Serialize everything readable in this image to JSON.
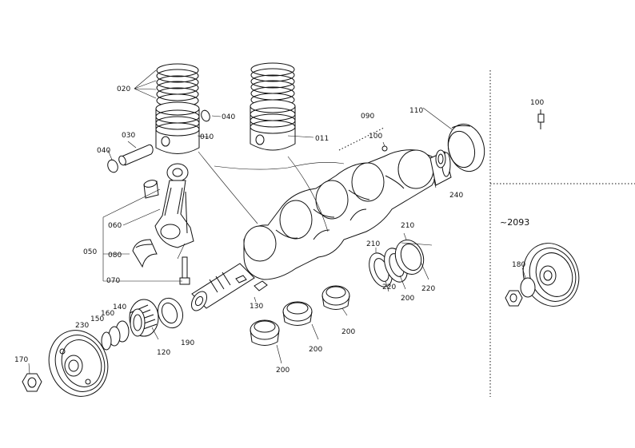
{
  "labels": {
    "p020": "020",
    "p040a": "040",
    "p010": "010",
    "p011": "011",
    "p030": "030",
    "p040b": "040",
    "p090": "090",
    "p100": "100",
    "p110": "110",
    "p100d": "100",
    "p240": "240",
    "p060": "060",
    "p050": "050",
    "p080": "080",
    "p070": "070",
    "p2093": "~2093",
    "p180": "180",
    "p210a": "210",
    "p210b": "210",
    "p220a": "220",
    "p220b": "220",
    "p200a": "200",
    "p200b": "200",
    "p200c": "200",
    "p200d": "200",
    "p130": "130",
    "p190": "190",
    "p120": "120",
    "p140": "140",
    "p160": "160",
    "p150": "150",
    "p230": "230",
    "p170": "170"
  }
}
